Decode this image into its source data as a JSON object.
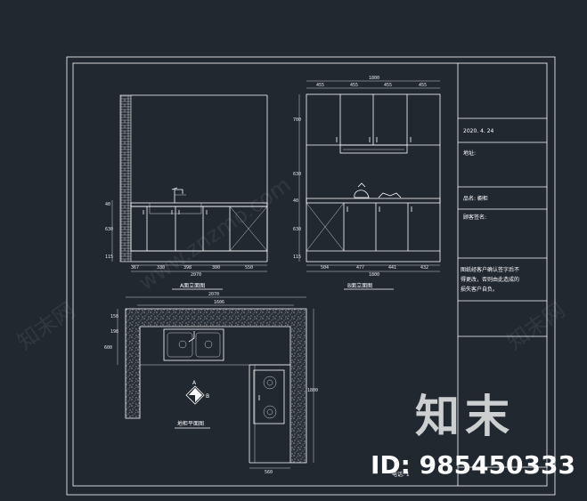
{
  "tb": {
    "date": "2020. 4. 24",
    "address_label": "地址:",
    "product_label": "品名: 橱柜",
    "customer_sign_label": "顾客签名:",
    "confirm_text_1": "图纸经客户确认签字后不",
    "confirm_text_2": "得更改，否则由此造成的",
    "confirm_text_3": "损失客户自负。",
    "phone_label": "电话: 1"
  },
  "view_a": {
    "title": "A面立面图",
    "widths": [
      "367",
      "330",
      "398",
      "300",
      "550"
    ],
    "total": "2070",
    "heights": [
      "40",
      "630",
      "115"
    ]
  },
  "view_b": {
    "title": "B面立面图",
    "top_widths": [
      "455",
      "455",
      "455",
      "455"
    ],
    "top_total": "1800",
    "widths": [
      "504",
      "477",
      "441",
      "432"
    ],
    "total": "1800",
    "heights": [
      "700",
      "630",
      "40",
      "630",
      "115"
    ]
  },
  "plan": {
    "title": "地柜平面图",
    "top_total": "2070",
    "top_inner": "1606",
    "left_dims": [
      "150",
      "198",
      "600"
    ],
    "right_dim": "1800",
    "bottom_dim": "560",
    "arrow_a": "A",
    "arrow_b": "B"
  },
  "watermark": {
    "url": "www.znzmo.com",
    "site": "知末网",
    "logo": "知末",
    "id": "ID: 985450333"
  }
}
